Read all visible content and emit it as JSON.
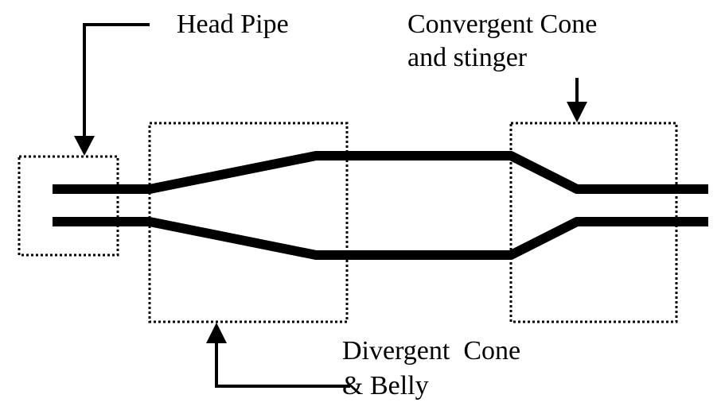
{
  "labels": {
    "head_pipe": "Head Pipe",
    "convergent_line1": "Convergent Cone",
    "convergent_line2": "and stinger",
    "divergent_line1": "Divergent  Cone",
    "divergent_line2": "& Belly"
  },
  "colors": {
    "stroke": "#000000",
    "background": "#ffffff"
  }
}
